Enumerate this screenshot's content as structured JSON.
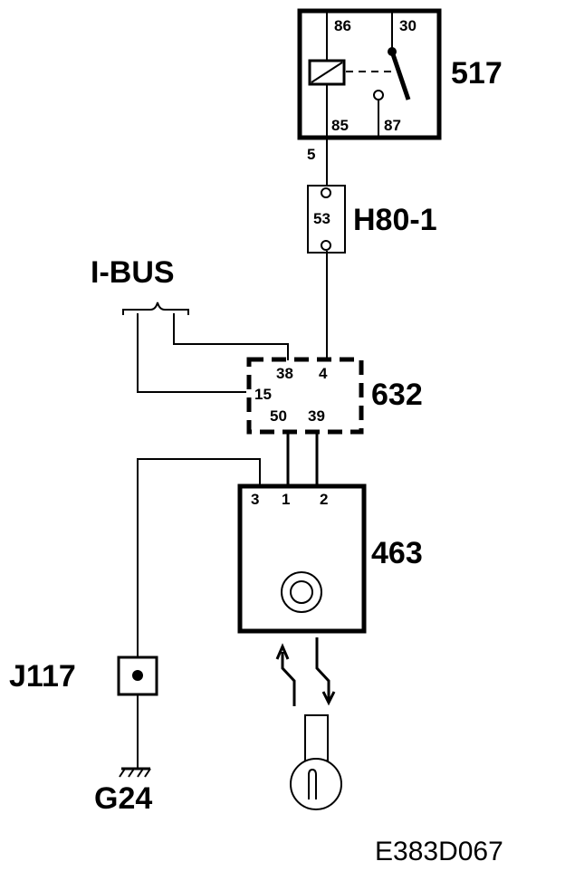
{
  "relay": {
    "label": "517",
    "pins": {
      "p86": "86",
      "p30": "30",
      "p85": "85",
      "p87": "87"
    },
    "wire_pin": "5"
  },
  "fuse": {
    "label": "H80-1",
    "number": "53"
  },
  "bus": {
    "label": "I-BUS"
  },
  "connector": {
    "label": "632",
    "pins": {
      "p38": "38",
      "p4": "4",
      "p15": "15",
      "p50": "50",
      "p39": "39"
    }
  },
  "module": {
    "label": "463",
    "pins": {
      "p3": "3",
      "p1": "1",
      "p2": "2"
    }
  },
  "junction": {
    "label": "J117"
  },
  "ground": {
    "label": "G24"
  },
  "figure_code": "E383D067"
}
